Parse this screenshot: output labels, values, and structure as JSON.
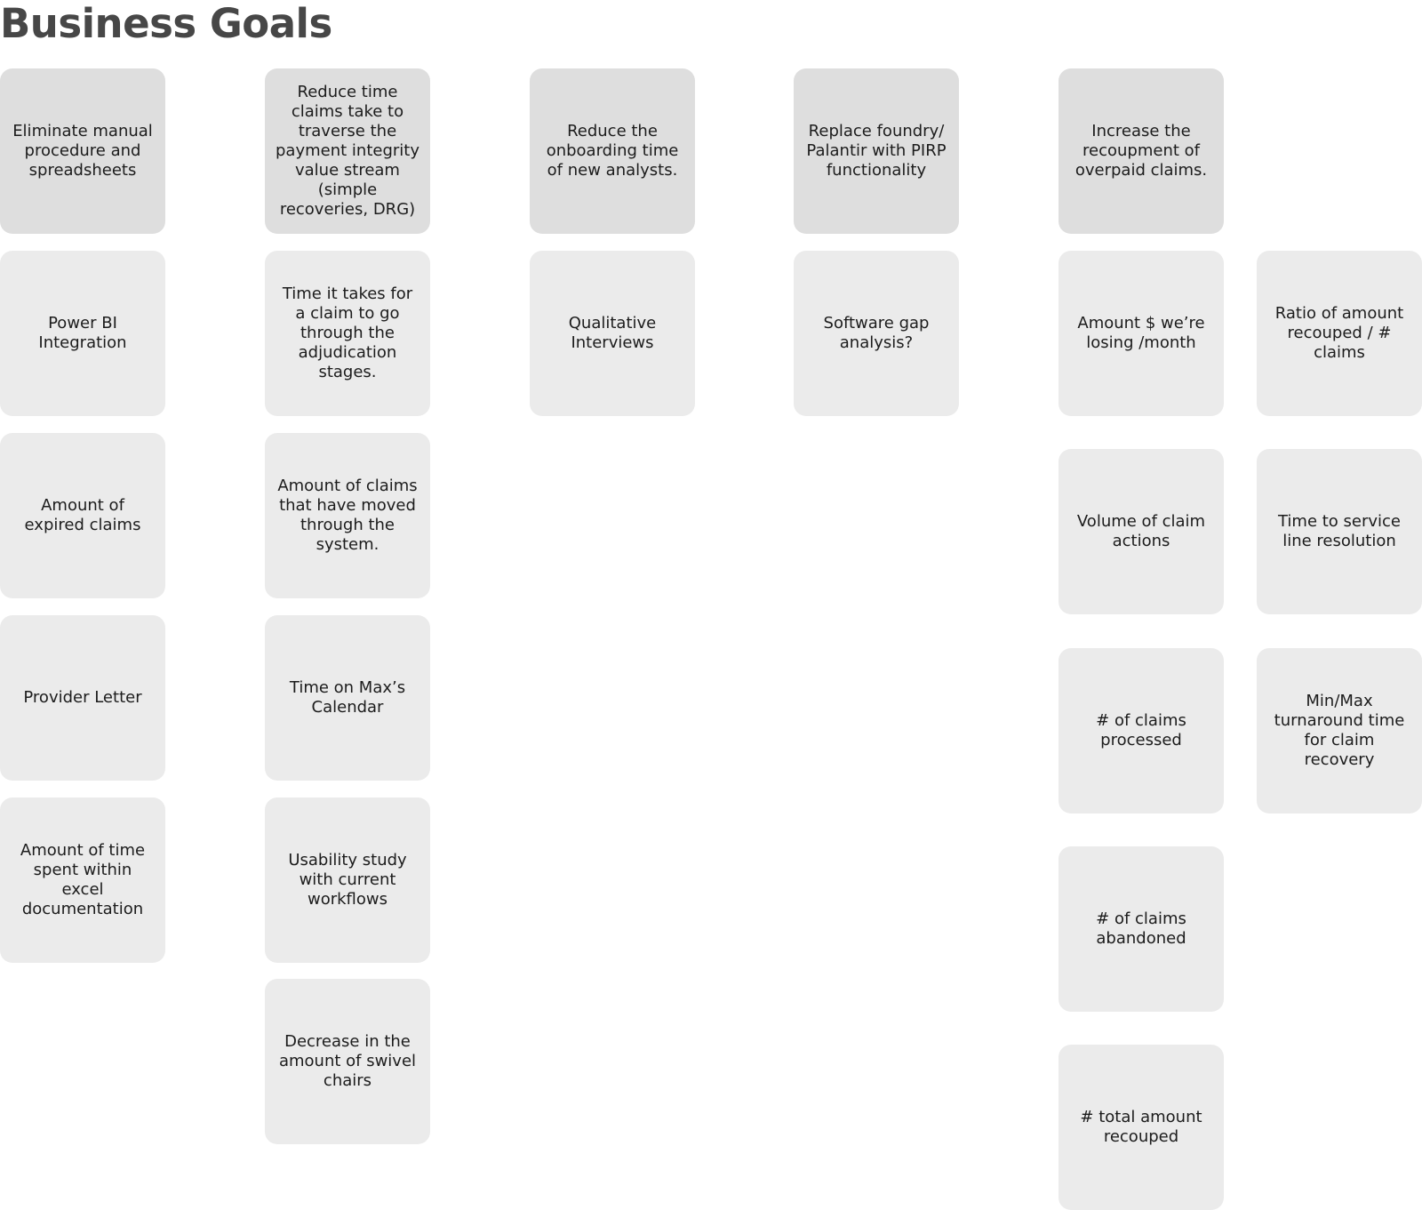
{
  "title": "Business Goals",
  "columns": [
    {
      "goal": "Eliminate manual\nprocedure and\nspreadsheets",
      "metrics": [
        "Power BI\nIntegration",
        "Amount of\nexpired claims",
        "Provider Letter",
        "Amount of time\nspent within\nexcel\ndocumentation"
      ]
    },
    {
      "goal": "Reduce time\nclaims take to\ntraverse the\npayment integrity\nvalue stream\n(simple\nrecoveries, DRG)",
      "metrics": [
        "Time it takes for\na claim to go\nthrough the\nadjudication\nstages.",
        "Amount of claims\nthat have moved\nthrough the\nsystem.",
        "Time on Max’s\nCalendar",
        "Usability study\nwith current\nworkflows",
        "Decrease in the\namount of swivel\nchairs"
      ]
    },
    {
      "goal": "Reduce the\nonboarding time\nof new analysts.",
      "metrics": [
        "Qualitative\nInterviews"
      ]
    },
    {
      "goal": "Replace foundry/\nPalantir with PIRP\nfunctionality",
      "metrics": [
        "Software gap\nanalysis?"
      ]
    },
    {
      "goal": "Increase the\nrecoupment of\noverpaid claims.",
      "metrics": [
        "Amount $ we’re\nlosing /month",
        "Volume of claim\nactions",
        "# of claims\nprocessed",
        "# of claims\nabandoned",
        "# total amount\nrecouped"
      ],
      "metrics_secondary": [
        "Ratio of amount\nrecouped / #\nclaims",
        "Time to service\nline resolution",
        "Min/Max\nturnaround time\nfor claim\nrecovery"
      ]
    }
  ]
}
